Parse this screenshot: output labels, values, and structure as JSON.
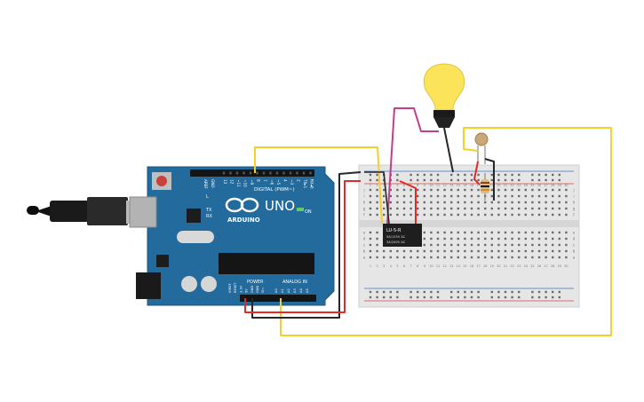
{
  "arduino": {
    "brand": "ARDUINO",
    "model": "UNO",
    "on_label": "ON",
    "digital_label": "DIGITAL (PWM~)",
    "power_label": "POWER",
    "analog_label": "ANALOG IN",
    "aref_label": "AREF",
    "gnd_label": "GND",
    "tx_label": "TX",
    "rx_label": "RX",
    "l_label": "L",
    "txrx_labels": [
      "TX▸1",
      "RX◂0"
    ],
    "digital_pins": [
      "13",
      "12",
      "~11",
      "~10",
      "~9",
      "8",
      "7",
      "~6",
      "~5",
      "4",
      "~3",
      "2"
    ],
    "power_pins": [
      "IOREF",
      "RESET",
      "3.3V",
      "5V",
      "GND",
      "GND",
      "Vin"
    ],
    "analog_pins": [
      "A0",
      "A1",
      "A2",
      "A3",
      "A4",
      "A5"
    ]
  },
  "relay": {
    "line1": "LU-5-R",
    "line2": "5A/125V AC",
    "line3": "3A/240V AC"
  },
  "breadboard": {
    "columns": 30,
    "row_letters_top": [
      "j",
      "i",
      "h",
      "g",
      "f"
    ],
    "row_letters_bottom": [
      "e",
      "d",
      "c",
      "b",
      "a"
    ],
    "column_numbers": [
      "1",
      "2",
      "3",
      "4",
      "5",
      "6",
      "7",
      "8",
      "9",
      "10",
      "11",
      "12",
      "13",
      "14",
      "15",
      "16",
      "17",
      "18",
      "19",
      "20",
      "21",
      "22",
      "23",
      "24",
      "25",
      "26",
      "27",
      "28",
      "29",
      "30"
    ]
  },
  "colors": {
    "board": "#236a9d",
    "board_dark": "#1b5680",
    "wire_red": "#e32b25",
    "wire_black": "#262626",
    "wire_yellow": "#f5cf2a",
    "wire_magenta": "#c73b8b",
    "bulb": "#fbe35a",
    "breadboard": "#e6e6e6",
    "relay": "#1e1e1e"
  }
}
